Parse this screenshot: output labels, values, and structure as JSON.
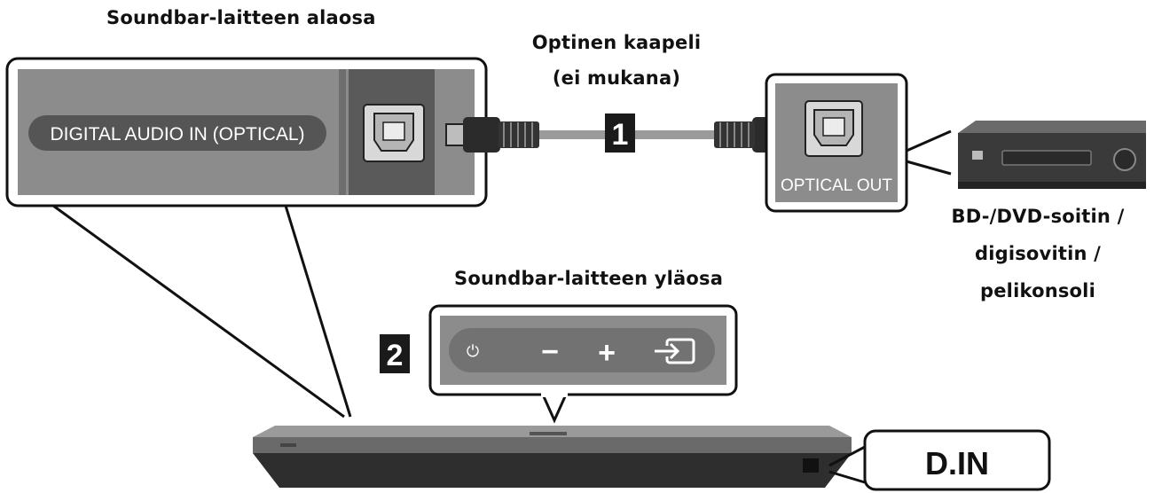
{
  "labels": {
    "bottom_view": "Soundbar-laitteen alaosa",
    "cable_line1": "Optinen kaapeli",
    "cable_line2": "(ei mukana)",
    "port_label": "DIGITAL AUDIO IN (OPTICAL)",
    "optical_out": "OPTICAL OUT",
    "device_line1": "BD-/DVD-soitin /",
    "device_line2": "digisovitin /",
    "device_line3": "pelikonsoli",
    "top_view": "Soundbar-laitteen yläosa",
    "display": "D.IN"
  },
  "steps": {
    "one": "1",
    "two": "2"
  },
  "panel_buttons": [
    {
      "name": "power",
      "glyph": "⏻"
    },
    {
      "name": "volume-down",
      "glyph": "−"
    },
    {
      "name": "volume-up",
      "glyph": "+"
    },
    {
      "name": "source",
      "glyph": "source-icon"
    }
  ],
  "colors": {
    "panel_gray": "#8c8c8c",
    "dark_gray": "#555555",
    "device_dark": "#3a3a3a",
    "outline": "#111111",
    "badge": "#1a1a1a"
  }
}
